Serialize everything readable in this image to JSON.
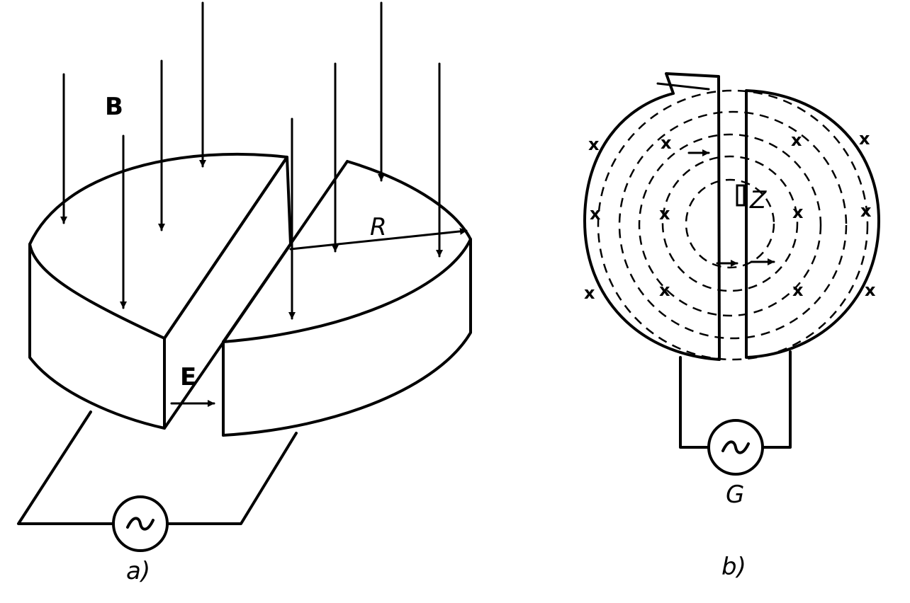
{
  "figure_a": {
    "label_B": "B",
    "label_E": "E",
    "label_R": "R",
    "caption": "a)",
    "generator_symbol": "~"
  },
  "figure_b": {
    "label_Z": "Z",
    "label_G": "G",
    "caption": "b)",
    "generator_symbol": "~",
    "field_mark": "x"
  }
}
